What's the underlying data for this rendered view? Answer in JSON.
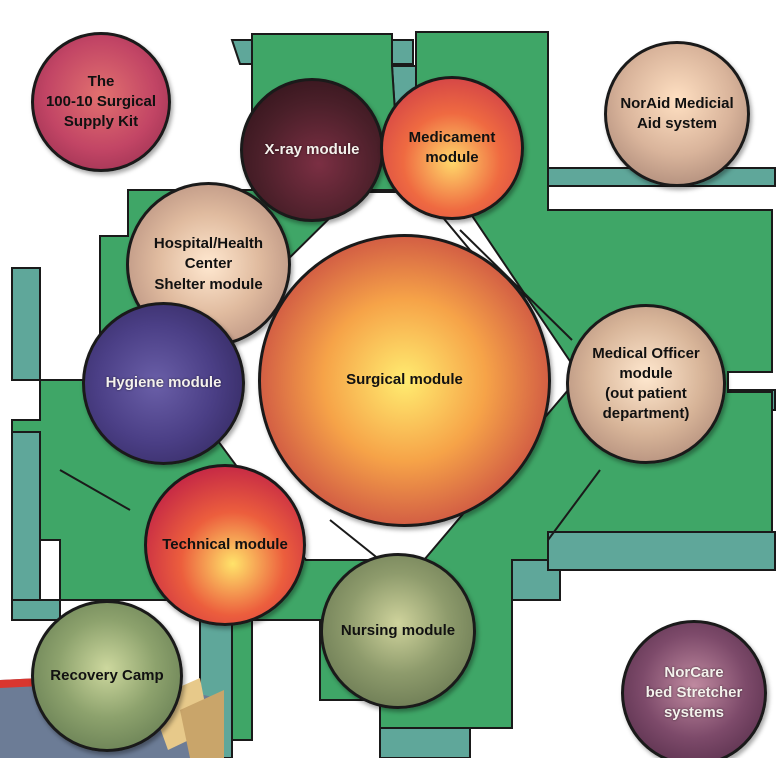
{
  "diagram": {
    "colors": {
      "floor": "#3fa667",
      "wall": "#5fa79a",
      "outline": "#1a1a1a"
    },
    "modules": {
      "kit": "The\n100-10 Surgical\nSupply Kit",
      "noraid": "NorAid Medicial\nAid system",
      "xray": "X-ray module",
      "medicament": "Medicament\nmodule",
      "shelter": "Hospital/Health\nCenter\nShelter module",
      "surgical": "Surgical module",
      "medical_officer": "Medical Officer\nmodule\n(out patient\ndepartment)",
      "hygiene": "Hygiene module",
      "technical": "Technical module",
      "nursing": "Nursing module",
      "recovery": "Recovery Camp",
      "norcare": "NorCare\nbed Stretcher\nsystems"
    }
  }
}
